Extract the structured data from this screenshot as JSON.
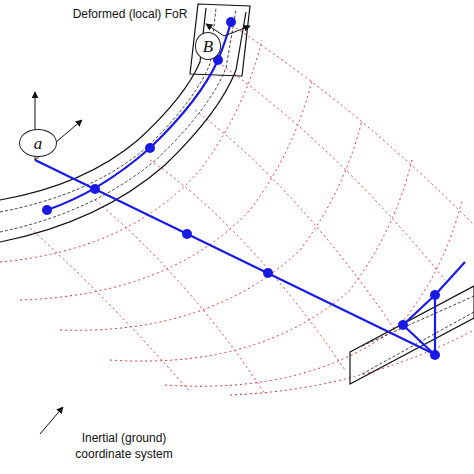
{
  "diagram": {
    "nodes": [
      {
        "text": [
          "a"
        ]
      },
      {
        "text": [
          "B"
        ]
      }
    ],
    "labels": [
      "Deformed (local) FoR",
      "Inertial (ground) coordinate system"
    ]
  }
}
